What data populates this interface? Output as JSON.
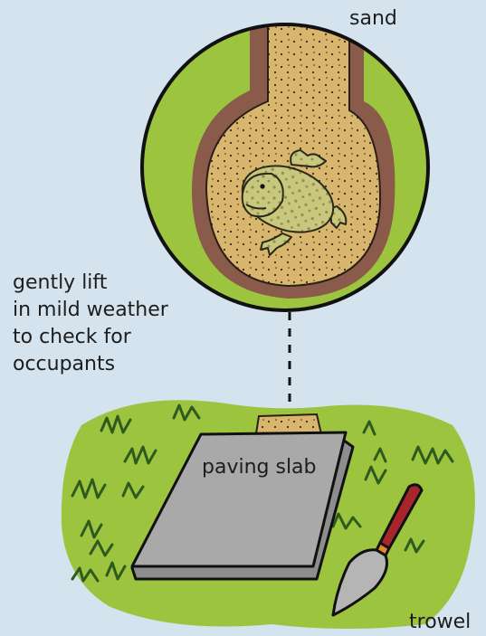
{
  "labels": {
    "sand": "sand",
    "note_lines": [
      "gently lift",
      "in mild weather",
      "to check for",
      "occupants"
    ],
    "paving_slab": "paving slab",
    "trowel": "trowel"
  },
  "colors": {
    "background": "#d4e3ee",
    "grass": "#9dc43f",
    "soil": "#8a5a4a",
    "sand": "#d9b66e",
    "toad": "#c9c77d",
    "slab": "#a9a9a9",
    "trowel_handle": "#a8262b"
  }
}
